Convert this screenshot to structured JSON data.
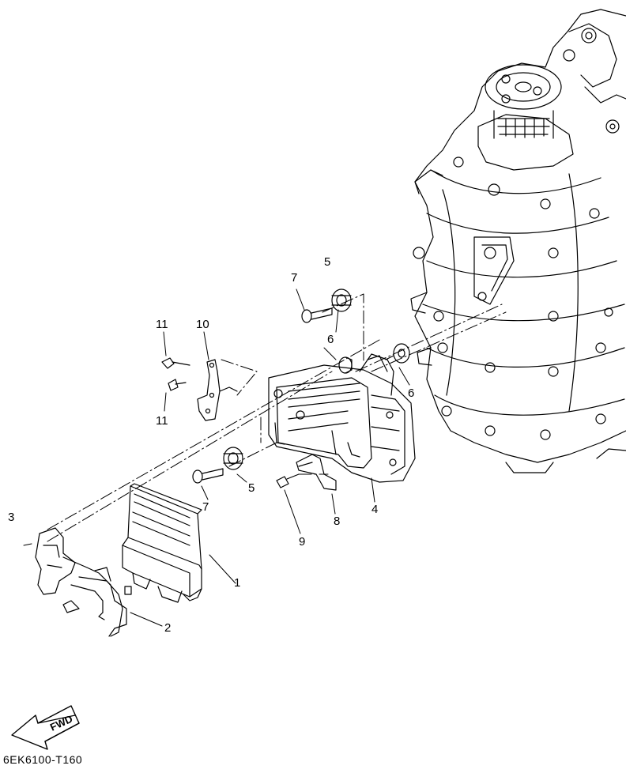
{
  "callouts": {
    "p1": "1",
    "p2": "2",
    "p3": "3",
    "p4": "4",
    "p5a": "5",
    "p5b": "5",
    "p6a": "6",
    "p6b": "6",
    "p7a": "7",
    "p7b": "7",
    "p8": "8",
    "p9": "9",
    "p10": "10",
    "p11a": "11",
    "p11b": "11"
  },
  "fwd_label": "FWD",
  "diagram_code": "6EK6100-T160"
}
